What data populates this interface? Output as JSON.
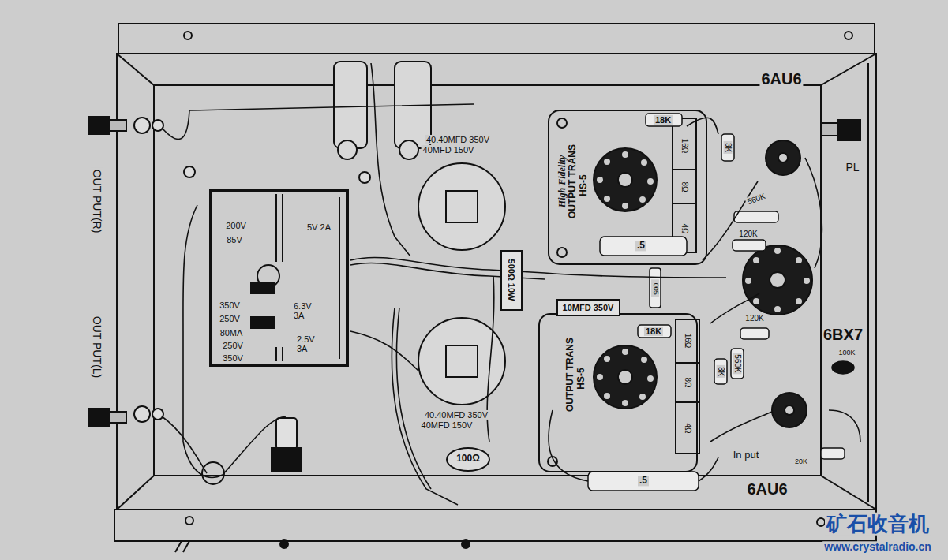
{
  "diagram": {
    "nodes": [
      {
        "text": [
          "200V",
          "85V",
          "5V 2A",
          "350V",
          "250V",
          "6.3V 3A",
          "80MA",
          "250V",
          "350V",
          "2.5V 3A"
        ]
      },
      {
        "text": [
          "High Fidelity",
          "OUTPUT TRANS",
          "HS-5"
        ]
      },
      {
        "text": [
          "OUTPUT TRANS",
          "HS-5"
        ]
      },
      {
        "text": [
          "500Ω 10W"
        ]
      },
      {
        "text": [
          "10MFD 350V"
        ]
      },
      {
        "text": [
          "100Ω"
        ]
      }
    ],
    "labels": [
      "6AU6",
      "PL",
      "OUT PUT(R)",
      "OUT PUT(L)",
      "40.40MFD 350V",
      "40MFD 150V",
      "18K",
      "3K",
      "560K",
      "120K",
      ".5",
      ".005",
      "16Ω",
      "8Ω",
      "4Ω",
      "18K",
      "120K",
      "3K",
      "560K",
      "16Ω",
      "8Ω",
      "4Ω",
      "40.40MFD 350V",
      "40MFD 150V",
      "6BX7",
      "100K",
      "In put",
      "20K",
      ".5",
      "6AU6",
      "矿石收音机",
      "www.crystalradio.cn"
    ]
  }
}
